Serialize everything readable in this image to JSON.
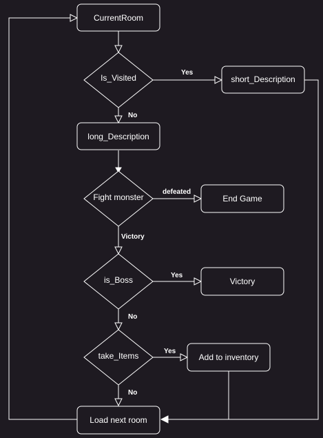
{
  "nodes": {
    "current_room": "CurrentRoom",
    "is_visited": "Is_Visited",
    "short_description": "short_Description",
    "long_description": "long_Description",
    "fight_monster": "Fight monster",
    "end_game": "End Game",
    "is_boss": "is_Boss",
    "victory": "Victory",
    "take_items": "take_Items",
    "add_to_inventory": "Add to inventory",
    "load_next_room": "Load next room"
  },
  "edge_labels": {
    "visited_yes": "Yes",
    "visited_no": "No",
    "fight_defeated": "defeated",
    "fight_victory": "Victory",
    "boss_yes": "Yes",
    "boss_no": "No",
    "items_yes": "Yes",
    "items_no": "No"
  },
  "colors": {
    "background": "#1e1a21",
    "stroke": "#ffffff",
    "text": "#ffffff"
  }
}
